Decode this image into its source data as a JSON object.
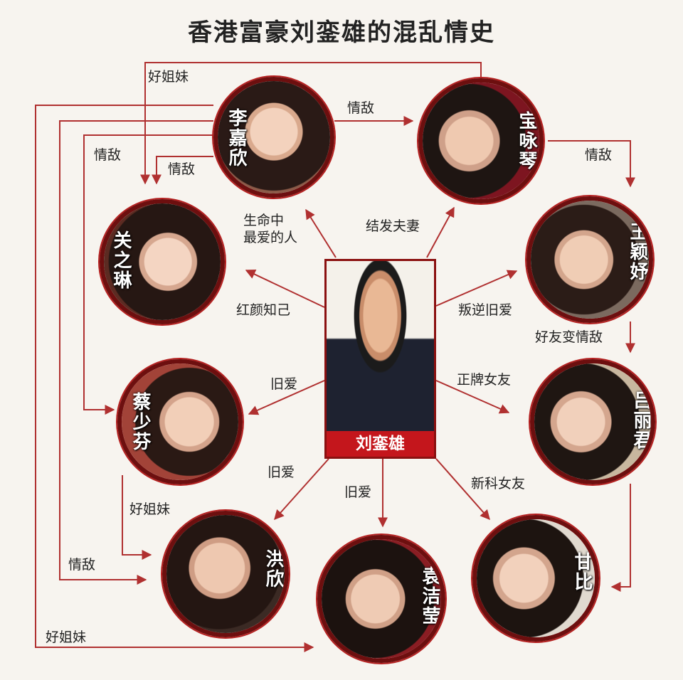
{
  "title": "香港富豪刘銮雄的混乱情史",
  "center": {
    "name": "刘銮雄"
  },
  "people": {
    "li_jiaxin": "李嘉欣",
    "bao_yongqin": "宝咏琴",
    "guan_zhilin": "关之琳",
    "wang_yingyu": "王颖妤",
    "cai_shaofen": "蔡少芬",
    "lv_lijun": "吕丽君",
    "hong_xin": "洪欣",
    "yuan_jieying": "袁洁莹",
    "gan_bi": "甘比"
  },
  "relations": {
    "li_jiaxin": [
      "生命中",
      "最爱的人"
    ],
    "bao_yongqin": "结发夫妻",
    "guan_zhilin": "红颜知己",
    "wang_yingyu": "叛逆旧爱",
    "cai_shaofen": "旧爱",
    "lv_lijun": "正牌女友",
    "hong_xin": "旧爱",
    "yuan_jieying": "旧爱",
    "gan_bi": "新科女友"
  },
  "links": {
    "top_sisters": "好姐妹",
    "li_bao_rival": "情敌",
    "left_rival": "情敌",
    "li_guan_rival": "情敌",
    "bao_wang_rival": "情敌",
    "wang_lv": "好友变情敌",
    "cai_hong_sisters": "好姐妹",
    "hong_rival": "情敌",
    "bottom_sisters": "好姐妹"
  },
  "colors": {
    "arrow": "#b03030",
    "frame": "#6d0f0f",
    "name_bar": "#c4161c"
  }
}
